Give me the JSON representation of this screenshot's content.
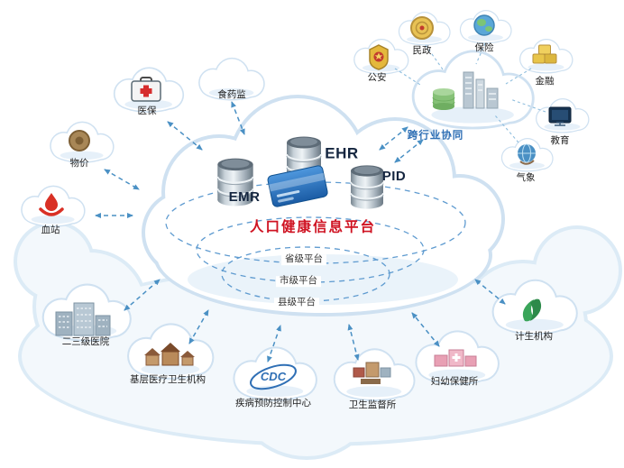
{
  "colors": {
    "title_red": "#cf1322",
    "accent_blue": "#4a90c4",
    "label_blue": "#2f6fb5"
  },
  "platform": {
    "title": "人口健康信息平台",
    "systems": [
      {
        "label": "EMR"
      },
      {
        "label": "EHR"
      },
      {
        "label": "PID"
      }
    ],
    "levels": [
      {
        "label": "省级平台"
      },
      {
        "label": "市级平台"
      },
      {
        "label": "县级平台"
      }
    ]
  },
  "peripheral_nodes": [
    {
      "label": "医保",
      "icon": "medical-kit"
    },
    {
      "label": "食药监",
      "icon": "cloud"
    },
    {
      "label": "物价",
      "icon": "seal"
    },
    {
      "label": "血站",
      "icon": "blood-drop"
    }
  ],
  "industry": {
    "caption": "跨行业协同",
    "nodes": [
      {
        "label": "公安",
        "icon": "police-badge"
      },
      {
        "label": "民政",
        "icon": "gold-emblem"
      },
      {
        "label": "保险",
        "icon": "globe"
      },
      {
        "label": "金融",
        "icon": "gold-stack"
      },
      {
        "label": "教育",
        "icon": "blackboard"
      },
      {
        "label": "气象",
        "icon": "globe-on-stand"
      }
    ]
  },
  "bottom_nodes": [
    {
      "label": "二三级医院",
      "icon": "hospital-buildings"
    },
    {
      "label": "基层医疗卫生机构",
      "icon": "houses"
    },
    {
      "label": "疾病预防控制中心",
      "icon": "cdc-logo",
      "logo_text": "CDC"
    },
    {
      "label": "卫生监督所",
      "icon": "office-boxes"
    },
    {
      "label": "妇幼保健所",
      "icon": "pink-boxes"
    },
    {
      "label": "计生机构",
      "icon": "green-ribbon"
    }
  ]
}
